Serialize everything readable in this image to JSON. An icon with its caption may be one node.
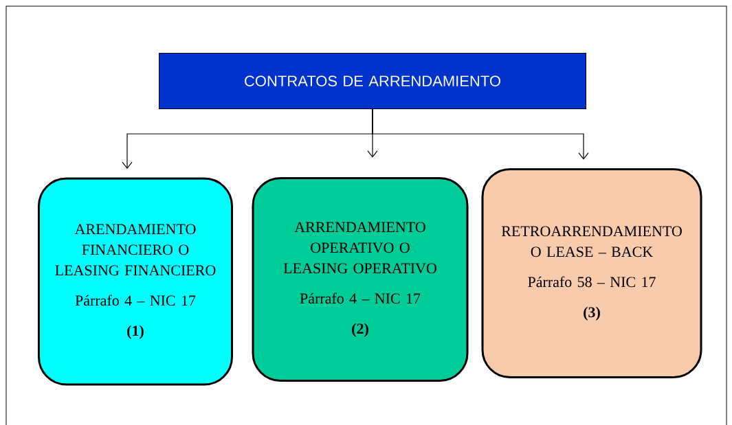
{
  "diagram": {
    "nodes": [
      {
        "text": [
          "CONTRATOS DE ARRENDAMIENTO"
        ]
      },
      {
        "text": [
          "ARENDAMIENTO FINANCIERO O LEASING FINANCIERO",
          "Párrafo 4 – NIC 17",
          "(1)"
        ]
      },
      {
        "text": [
          "ARRENDAMIENTO OPERATIVO O LEASING OPERATIVO",
          "Párrafo 4 – NIC 17",
          "(2)"
        ]
      },
      {
        "text": [
          "RETROARRENDAMIENTO O LEASE – BACK",
          "Párrafo 58 – NIC 17",
          "(3)"
        ]
      }
    ],
    "edges": [
      {
        "from": 0,
        "to": 1,
        "arrow": "to"
      },
      {
        "from": 0,
        "to": 2,
        "arrow": "to"
      },
      {
        "from": 0,
        "to": 3,
        "arrow": "to"
      }
    ]
  }
}
